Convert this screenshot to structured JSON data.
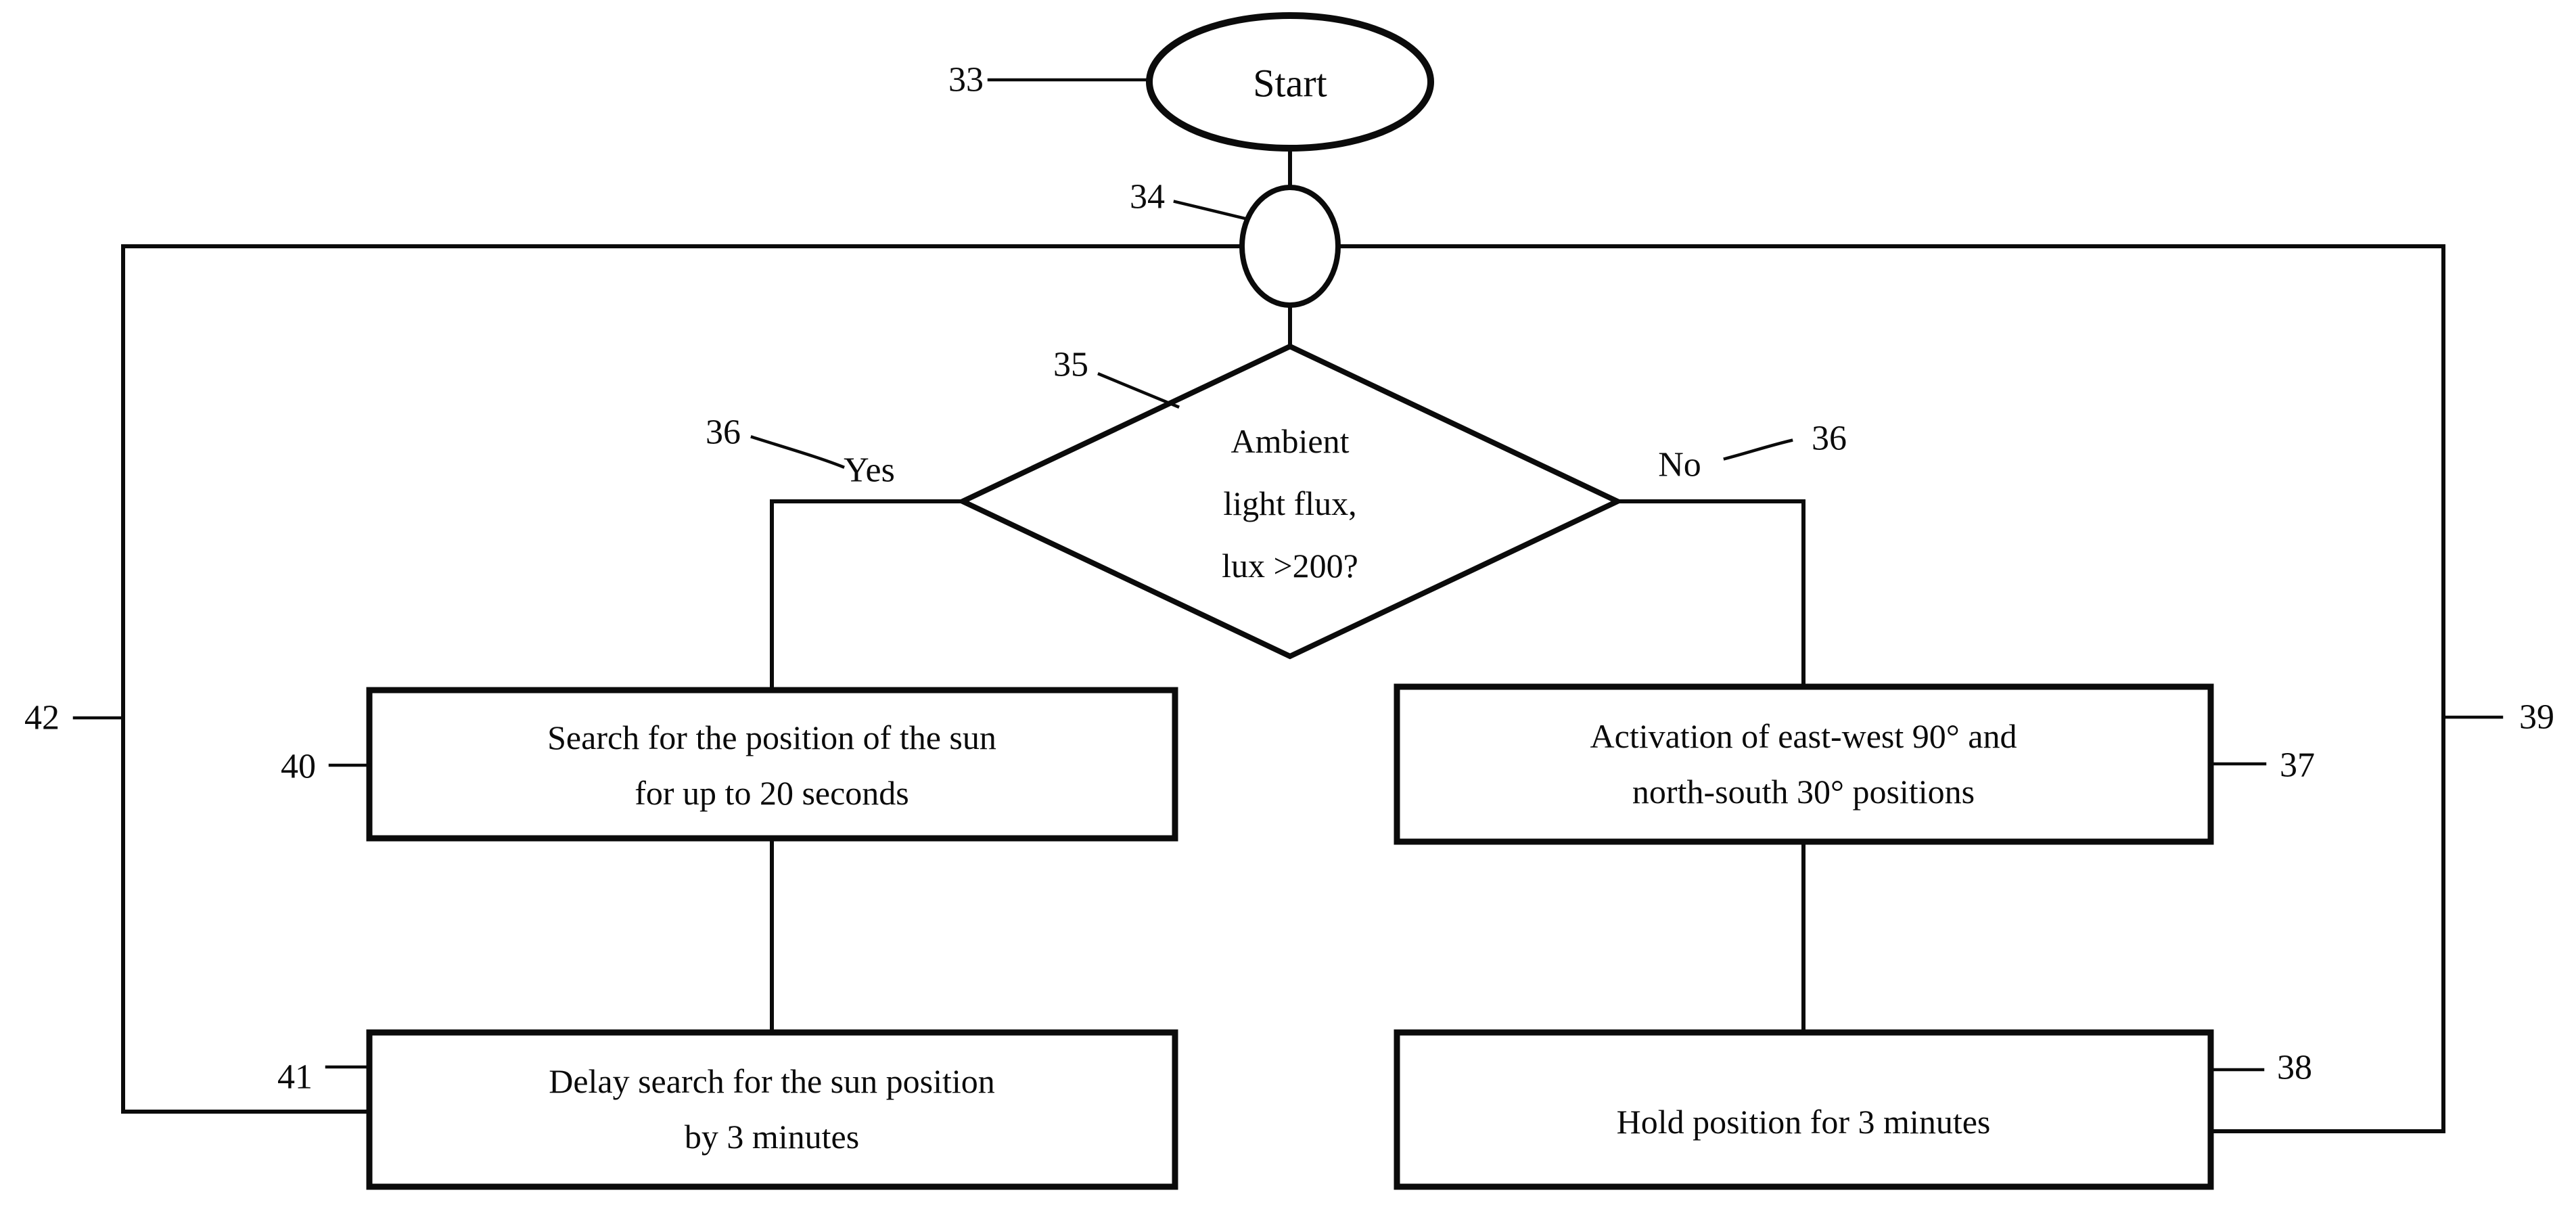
{
  "figure": {
    "kind": "patent-flowchart",
    "colors": {
      "ink": "#0b0b0b",
      "background": "#ffffff"
    }
  },
  "nodes": {
    "start": {
      "ref": "33",
      "label": "Start"
    },
    "junction": {
      "ref": "34"
    },
    "decision": {
      "ref": "35",
      "line1": "Ambient",
      "line2": "light flux,",
      "line3": "lux >200?"
    },
    "branch_yes": {
      "ref": "36",
      "label": "Yes"
    },
    "branch_no": {
      "ref": "36",
      "label": "No"
    },
    "box_search": {
      "ref": "40",
      "line1": "Search for the position of the sun",
      "line2": "for up to 20 seconds"
    },
    "box_activation": {
      "ref": "37",
      "line1": "Activation of east-west 90° and",
      "line2": "north-south 30° positions"
    },
    "box_delay": {
      "ref": "41",
      "line1": "Delay search for the sun position",
      "line2": "by 3 minutes"
    },
    "box_hold": {
      "ref": "38",
      "line1": "Hold position for 3 minutes"
    },
    "loop_left": {
      "ref": "42"
    },
    "loop_right": {
      "ref": "39"
    }
  }
}
